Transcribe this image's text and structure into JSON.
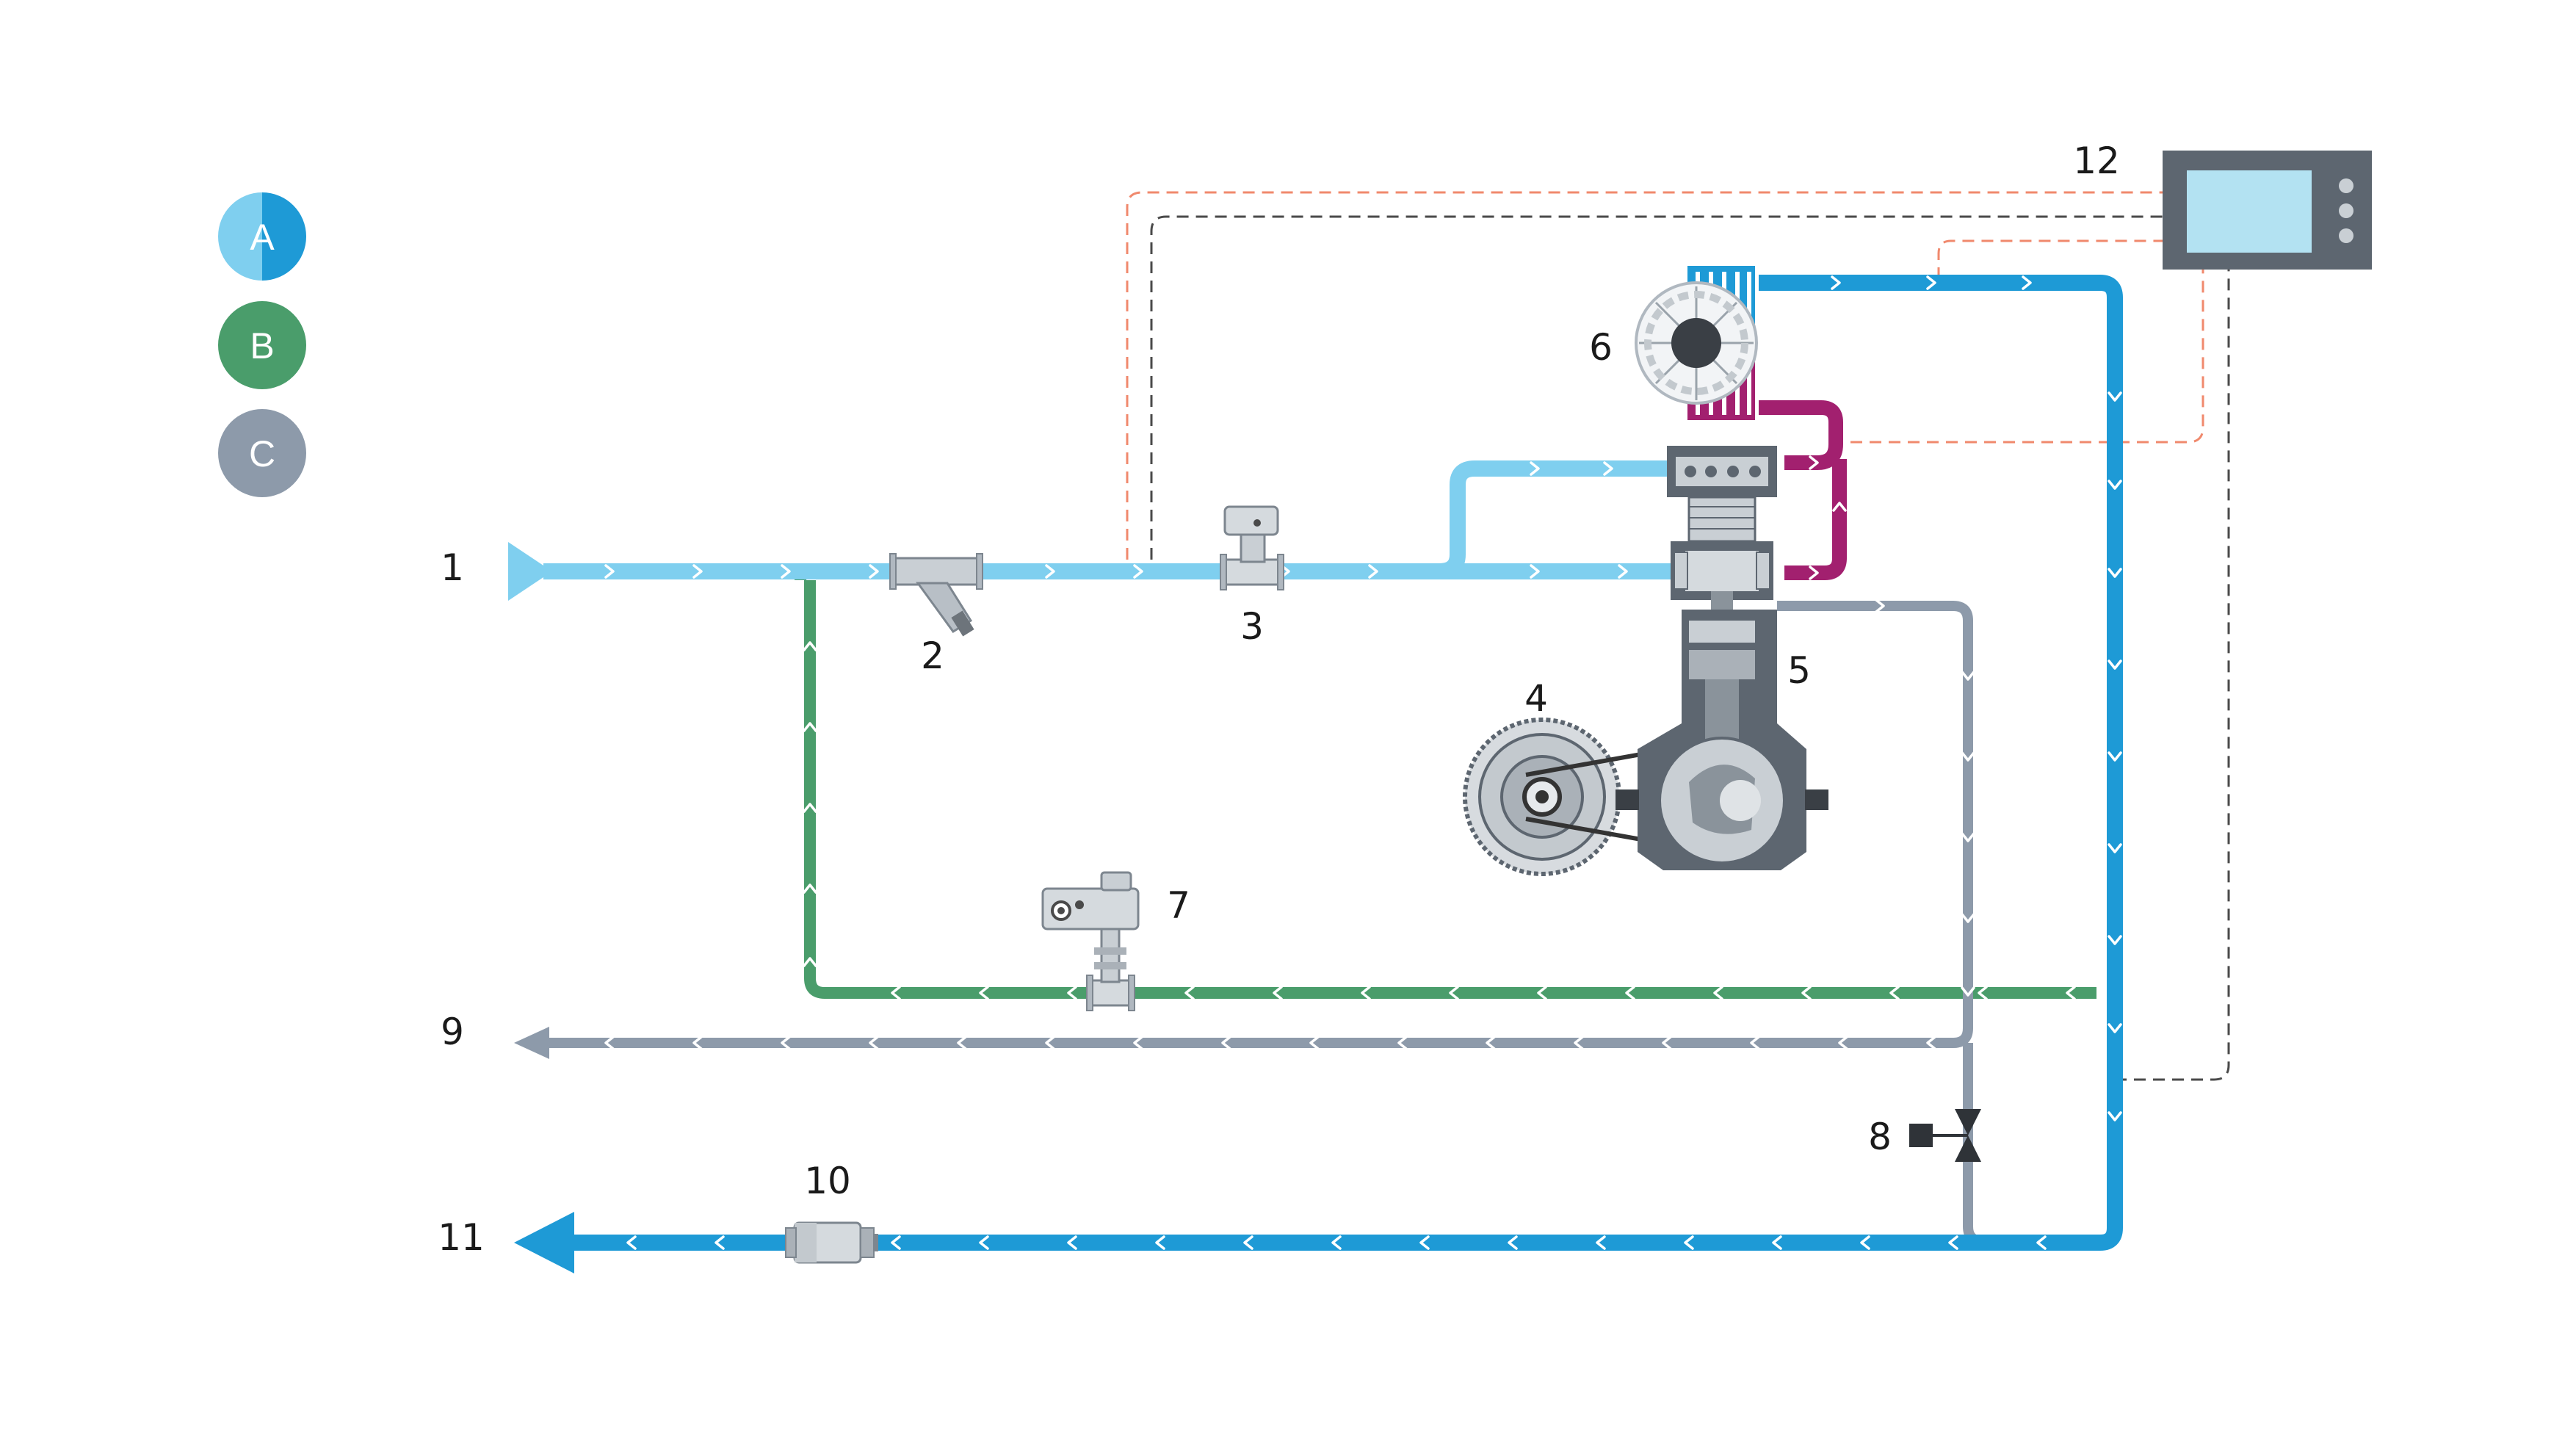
{
  "colors": {
    "light_blue": "#7fcfef",
    "blue": "#1e9ad6",
    "green": "#4a9d6b",
    "grey": "#8d9aaa",
    "magenta": "#a2206f",
    "signal_orange": "#f0896d",
    "signal_dark": "#4a4a4a",
    "machine": "#5d6670",
    "screen": "#b3e2f2"
  },
  "legend": [
    {
      "letter": "A",
      "color": "#7fcfef",
      "color2": "#1e9ad6"
    },
    {
      "letter": "B",
      "color": "#4a9d6b"
    },
    {
      "letter": "C",
      "color": "#8d9aaa"
    }
  ],
  "labels": {
    "l1": "1",
    "l2": "2",
    "l3": "3",
    "l4": "4",
    "l5": "5",
    "l6": "6",
    "l7": "7",
    "l8": "8",
    "l9": "9",
    "l10": "10",
    "l11": "11",
    "l12": "12"
  },
  "icons": {
    "strainer": "y-strainer-icon",
    "flow_meter": "flow-meter-icon",
    "motor": "motor-pulley-icon",
    "compressor": "compressor-icon",
    "aftercooler": "aftercooler-fan-icon",
    "control_valve": "control-valve-icon",
    "solenoid": "solenoid-valve-icon",
    "separator": "separator-icon",
    "controller": "controller-icon"
  }
}
